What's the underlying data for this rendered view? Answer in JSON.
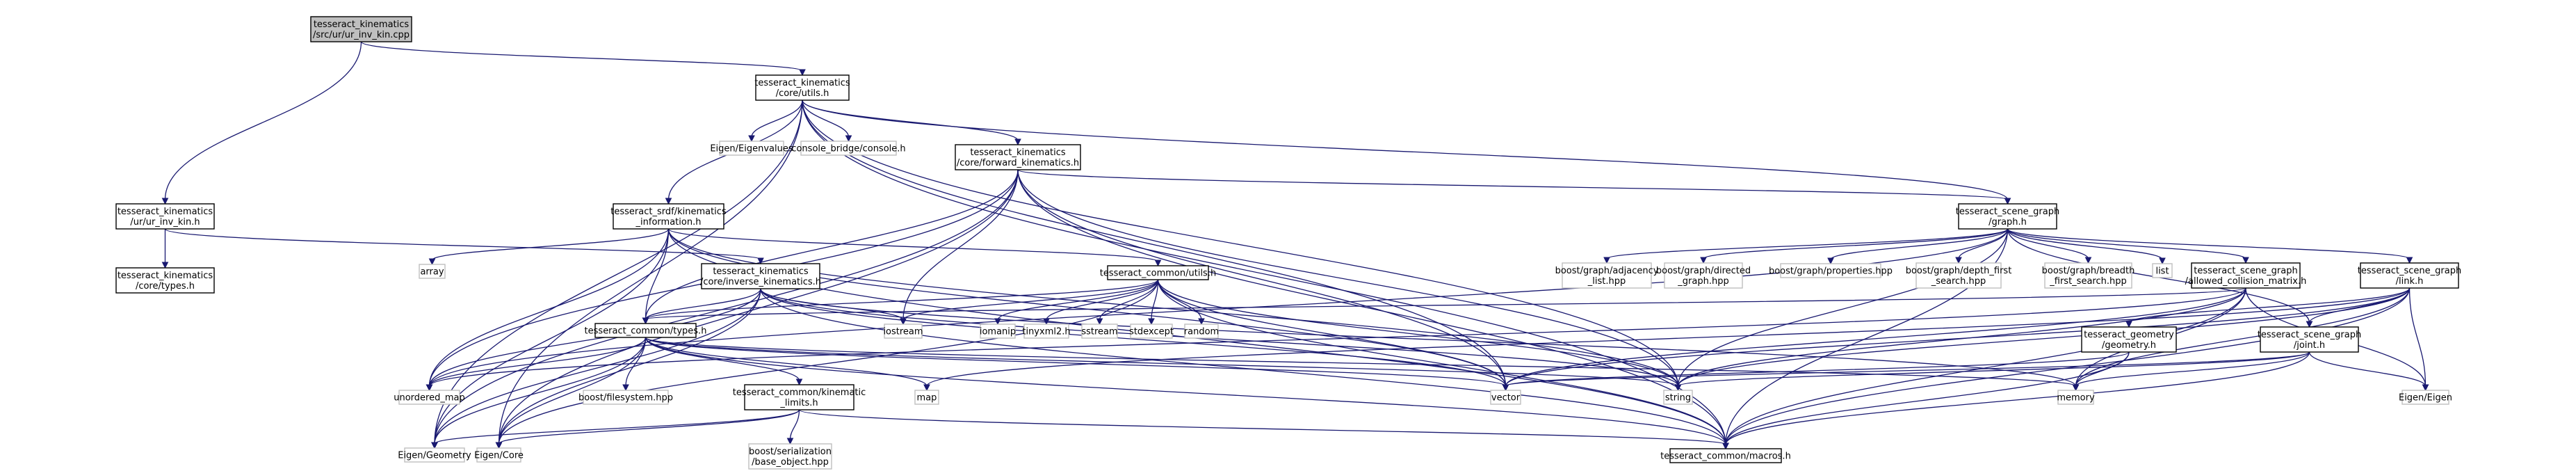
{
  "colors": {
    "edge": "#191970",
    "root_fill": "#bfbfbf",
    "node_fill": "#ffffff",
    "node_stroke": "#000000",
    "external_stroke": "#bfbfbf"
  },
  "nodes": [
    {
      "id": "ur_inv_kin_cpp",
      "lines": [
        "tesseract_kinematics",
        "/src/ur/ur_inv_kin.cpp"
      ],
      "kind": "root"
    },
    {
      "id": "core_utils_h",
      "lines": [
        "tesseract_kinematics",
        "/core/utils.h"
      ],
      "kind": "local"
    },
    {
      "id": "ur_inv_kin_h",
      "lines": [
        "tesseract_kinematics",
        "/ur/ur_inv_kin.h"
      ],
      "kind": "local"
    },
    {
      "id": "core_types_h",
      "lines": [
        "tesseract_kinematics",
        "/core/types.h"
      ],
      "kind": "local"
    },
    {
      "id": "eigen_eigenvalues",
      "lines": [
        "Eigen/Eigenvalues"
      ],
      "kind": "external"
    },
    {
      "id": "console_bridge",
      "lines": [
        "console_bridge/console.h"
      ],
      "kind": "external"
    },
    {
      "id": "forward_kinematics_h",
      "lines": [
        "tesseract_kinematics",
        "/core/forward_kinematics.h"
      ],
      "kind": "local"
    },
    {
      "id": "srdf_kinematics_info",
      "lines": [
        "tesseract_srdf/kinematics",
        "_information.h"
      ],
      "kind": "local"
    },
    {
      "id": "scene_graph_graph_h",
      "lines": [
        "tesseract_scene_graph",
        "/graph.h"
      ],
      "kind": "local"
    },
    {
      "id": "array",
      "lines": [
        "array"
      ],
      "kind": "external"
    },
    {
      "id": "inverse_kinematics_h",
      "lines": [
        "tesseract_kinematics",
        "/core/inverse_kinematics.h"
      ],
      "kind": "local"
    },
    {
      "id": "common_utils_h",
      "lines": [
        "tesseract_common/utils.h"
      ],
      "kind": "local"
    },
    {
      "id": "common_types_h",
      "lines": [
        "tesseract_common/types.h"
      ],
      "kind": "local"
    },
    {
      "id": "iostream",
      "lines": [
        "iostream"
      ],
      "kind": "external"
    },
    {
      "id": "iomanip",
      "lines": [
        "iomanip"
      ],
      "kind": "external"
    },
    {
      "id": "tinyxml2",
      "lines": [
        "tinyxml2.h"
      ],
      "kind": "external"
    },
    {
      "id": "sstream",
      "lines": [
        "sstream"
      ],
      "kind": "external"
    },
    {
      "id": "stdexcept",
      "lines": [
        "stdexcept"
      ],
      "kind": "external"
    },
    {
      "id": "random",
      "lines": [
        "random"
      ],
      "kind": "external"
    },
    {
      "id": "adjacency_list",
      "lines": [
        "boost/graph/adjacency",
        "_list.hpp"
      ],
      "kind": "external"
    },
    {
      "id": "directed_graph",
      "lines": [
        "boost/graph/directed",
        "_graph.hpp"
      ],
      "kind": "external"
    },
    {
      "id": "properties_hpp",
      "lines": [
        "boost/graph/properties.hpp"
      ],
      "kind": "external"
    },
    {
      "id": "depth_first",
      "lines": [
        "boost/graph/depth_first",
        "_search.hpp"
      ],
      "kind": "external"
    },
    {
      "id": "breadth_first",
      "lines": [
        "boost/graph/breadth",
        "_first_search.hpp"
      ],
      "kind": "external"
    },
    {
      "id": "list",
      "lines": [
        "list"
      ],
      "kind": "external"
    },
    {
      "id": "allowed_collision",
      "lines": [
        "tesseract_scene_graph",
        "/allowed_collision_matrix.h"
      ],
      "kind": "local"
    },
    {
      "id": "link_h",
      "lines": [
        "tesseract_scene_graph",
        "/link.h"
      ],
      "kind": "local"
    },
    {
      "id": "geometry_h",
      "lines": [
        "tesseract_geometry",
        "/geometry.h"
      ],
      "kind": "local"
    },
    {
      "id": "joint_h",
      "lines": [
        "tesseract_scene_graph",
        "/joint.h"
      ],
      "kind": "local"
    },
    {
      "id": "kinematic_limits",
      "lines": [
        "tesseract_common/kinematic",
        "_limits.h"
      ],
      "kind": "local"
    },
    {
      "id": "boost_filesystem",
      "lines": [
        "boost/filesystem.hpp"
      ],
      "kind": "external"
    },
    {
      "id": "unordered_map",
      "lines": [
        "unordered_map"
      ],
      "kind": "external"
    },
    {
      "id": "map",
      "lines": [
        "map"
      ],
      "kind": "external"
    },
    {
      "id": "vector",
      "lines": [
        "vector"
      ],
      "kind": "external"
    },
    {
      "id": "string",
      "lines": [
        "string"
      ],
      "kind": "external"
    },
    {
      "id": "memory",
      "lines": [
        "memory"
      ],
      "kind": "external"
    },
    {
      "id": "eigen_eigen",
      "lines": [
        "Eigen/Eigen"
      ],
      "kind": "external"
    },
    {
      "id": "serialization",
      "lines": [
        "boost/serialization",
        "/base_object.hpp"
      ],
      "kind": "external"
    },
    {
      "id": "eigen_geometry",
      "lines": [
        "Eigen/Geometry"
      ],
      "kind": "external"
    },
    {
      "id": "eigen_core",
      "lines": [
        "Eigen/Core"
      ],
      "kind": "external"
    },
    {
      "id": "macros_h",
      "lines": [
        "tesseract_common/macros.h"
      ],
      "kind": "local"
    }
  ],
  "edges": [
    [
      "ur_inv_kin_cpp",
      "core_utils_h"
    ],
    [
      "ur_inv_kin_cpp",
      "ur_inv_kin_h"
    ],
    [
      "core_utils_h",
      "eigen_eigenvalues"
    ],
    [
      "core_utils_h",
      "console_bridge"
    ],
    [
      "core_utils_h",
      "forward_kinematics_h"
    ],
    [
      "core_utils_h",
      "srdf_kinematics_info"
    ],
    [
      "core_utils_h",
      "scene_graph_graph_h"
    ],
    [
      "core_utils_h",
      "vector"
    ],
    [
      "core_utils_h",
      "string"
    ],
    [
      "core_utils_h",
      "eigen_geometry"
    ],
    [
      "core_utils_h",
      "eigen_core"
    ],
    [
      "core_utils_h",
      "macros_h"
    ],
    [
      "ur_inv_kin_h",
      "core_types_h"
    ],
    [
      "ur_inv_kin_h",
      "inverse_kinematics_h"
    ],
    [
      "forward_kinematics_h",
      "scene_graph_graph_h"
    ],
    [
      "forward_kinematics_h",
      "common_types_h"
    ],
    [
      "forward_kinematics_h",
      "iostream"
    ],
    [
      "forward_kinematics_h",
      "vector"
    ],
    [
      "forward_kinematics_h",
      "string"
    ],
    [
      "forward_kinematics_h",
      "unordered_map"
    ],
    [
      "forward_kinematics_h",
      "eigen_geometry"
    ],
    [
      "forward_kinematics_h",
      "eigen_core"
    ],
    [
      "forward_kinematics_h",
      "macros_h"
    ],
    [
      "srdf_kinematics_info",
      "array"
    ],
    [
      "srdf_kinematics_info",
      "common_utils_h"
    ],
    [
      "srdf_kinematics_info",
      "common_types_h"
    ],
    [
      "srdf_kinematics_info",
      "unordered_map"
    ],
    [
      "srdf_kinematics_info",
      "vector"
    ],
    [
      "srdf_kinematics_info",
      "string"
    ],
    [
      "srdf_kinematics_info",
      "eigen_geometry"
    ],
    [
      "srdf_kinematics_info",
      "macros_h"
    ],
    [
      "inverse_kinematics_h",
      "common_types_h"
    ],
    [
      "inverse_kinematics_h",
      "iostream"
    ],
    [
      "inverse_kinematics_h",
      "vector"
    ],
    [
      "inverse_kinematics_h",
      "string"
    ],
    [
      "inverse_kinematics_h",
      "memory"
    ],
    [
      "inverse_kinematics_h",
      "unordered_map"
    ],
    [
      "inverse_kinematics_h",
      "eigen_geometry"
    ],
    [
      "inverse_kinematics_h",
      "eigen_core"
    ],
    [
      "inverse_kinematics_h",
      "macros_h"
    ],
    [
      "common_utils_h",
      "common_types_h"
    ],
    [
      "common_utils_h",
      "iostream"
    ],
    [
      "common_utils_h",
      "iomanip"
    ],
    [
      "common_utils_h",
      "tinyxml2"
    ],
    [
      "common_utils_h",
      "sstream"
    ],
    [
      "common_utils_h",
      "stdexcept"
    ],
    [
      "common_utils_h",
      "random"
    ],
    [
      "common_utils_h",
      "vector"
    ],
    [
      "common_utils_h",
      "string"
    ],
    [
      "common_utils_h",
      "eigen_core"
    ],
    [
      "common_utils_h",
      "macros_h"
    ],
    [
      "common_types_h",
      "kinematic_limits"
    ],
    [
      "common_types_h",
      "boost_filesystem"
    ],
    [
      "common_types_h",
      "unordered_map"
    ],
    [
      "common_types_h",
      "map"
    ],
    [
      "common_types_h",
      "vector"
    ],
    [
      "common_types_h",
      "string"
    ],
    [
      "common_types_h",
      "memory"
    ],
    [
      "common_types_h",
      "eigen_geometry"
    ],
    [
      "common_types_h",
      "eigen_core"
    ],
    [
      "common_types_h",
      "macros_h"
    ],
    [
      "kinematic_limits",
      "serialization"
    ],
    [
      "kinematic_limits",
      "eigen_geometry"
    ],
    [
      "kinematic_limits",
      "eigen_core"
    ],
    [
      "kinematic_limits",
      "macros_h"
    ],
    [
      "scene_graph_graph_h",
      "adjacency_list"
    ],
    [
      "scene_graph_graph_h",
      "directed_graph"
    ],
    [
      "scene_graph_graph_h",
      "properties_hpp"
    ],
    [
      "scene_graph_graph_h",
      "depth_first"
    ],
    [
      "scene_graph_graph_h",
      "breadth_first"
    ],
    [
      "scene_graph_graph_h",
      "list"
    ],
    [
      "scene_graph_graph_h",
      "allowed_collision"
    ],
    [
      "scene_graph_graph_h",
      "link_h"
    ],
    [
      "scene_graph_graph_h",
      "joint_h"
    ],
    [
      "scene_graph_graph_h",
      "string"
    ],
    [
      "scene_graph_graph_h",
      "unordered_map"
    ],
    [
      "scene_graph_graph_h",
      "macros_h"
    ],
    [
      "allowed_collision",
      "common_types_h"
    ],
    [
      "allowed_collision",
      "unordered_map"
    ],
    [
      "allowed_collision",
      "vector"
    ],
    [
      "allowed_collision",
      "string"
    ],
    [
      "allowed_collision",
      "memory"
    ],
    [
      "allowed_collision",
      "eigen_eigen"
    ],
    [
      "allowed_collision",
      "macros_h"
    ],
    [
      "link_h",
      "geometry_h"
    ],
    [
      "link_h",
      "joint_h"
    ],
    [
      "link_h",
      "map"
    ],
    [
      "link_h",
      "vector"
    ],
    [
      "link_h",
      "string"
    ],
    [
      "link_h",
      "memory"
    ],
    [
      "link_h",
      "eigen_eigen"
    ],
    [
      "link_h",
      "macros_h"
    ],
    [
      "geometry_h",
      "vector"
    ],
    [
      "geometry_h",
      "memory"
    ],
    [
      "geometry_h",
      "macros_h"
    ],
    [
      "joint_h",
      "vector"
    ],
    [
      "joint_h",
      "string"
    ],
    [
      "joint_h",
      "memory"
    ],
    [
      "joint_h",
      "eigen_eigen"
    ],
    [
      "joint_h",
      "macros_h"
    ]
  ]
}
